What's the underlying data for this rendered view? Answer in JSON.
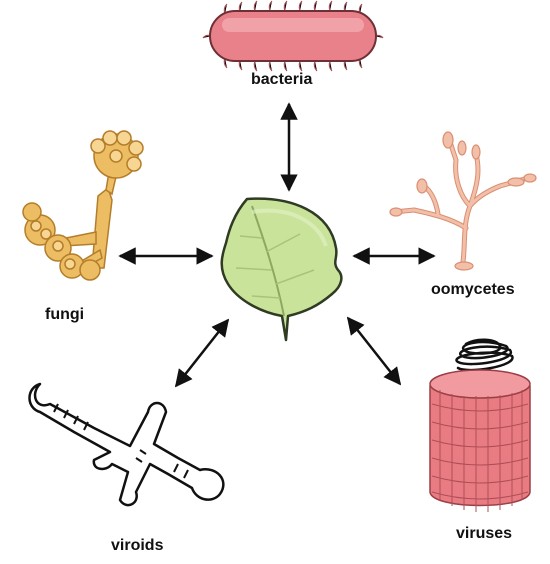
{
  "labels": {
    "bacteria": "bacteria",
    "fungi": "fungi",
    "oomycetes": "oomycetes",
    "viroids": "viroids",
    "viruses": "viruses"
  },
  "colors": {
    "leaf_fill": "#c9e39a",
    "leaf_stroke": "#2f3b23",
    "bacteria_fill": "#e8818a",
    "fungi_fill": "#ecbd63",
    "oomycetes_fill": "#f2bfa8",
    "viruses_fill": "#e87c82",
    "viroids_fill": "#ffffff",
    "arrow": "#111111"
  },
  "diagram": {
    "center": "leaf",
    "connections": [
      "bacteria",
      "fungi",
      "oomycetes",
      "viroids",
      "viruses"
    ],
    "arrow_style": "double-headed"
  }
}
